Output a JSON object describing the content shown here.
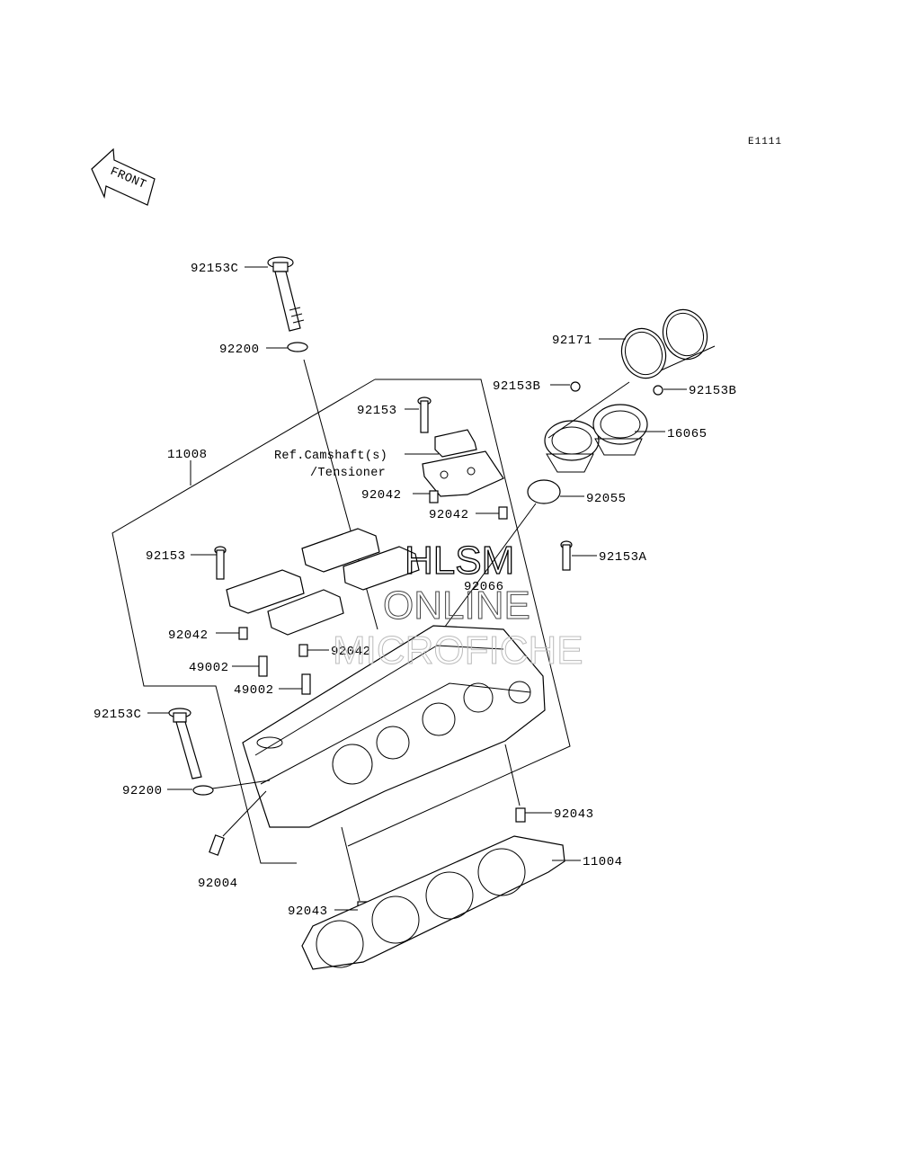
{
  "diagram": {
    "code": "E1111",
    "front_arrow": "FRONT",
    "reference_note": [
      "Ref.Camshaft(s)",
      "/Tensioner"
    ],
    "watermark": [
      "HLSM",
      "ONLINE",
      "MICROFICHE"
    ]
  },
  "part_labels": [
    {
      "id": "p-92153c-top",
      "text": "92153C"
    },
    {
      "id": "p-92200-top",
      "text": "92200"
    },
    {
      "id": "p-92171",
      "text": "92171"
    },
    {
      "id": "p-92153b-left",
      "text": "92153B"
    },
    {
      "id": "p-92153b-right",
      "text": "92153B"
    },
    {
      "id": "p-92153-top",
      "text": "92153"
    },
    {
      "id": "p-16065",
      "text": "16065"
    },
    {
      "id": "p-11008",
      "text": "11008"
    },
    {
      "id": "p-92042-a",
      "text": "92042"
    },
    {
      "id": "p-92055",
      "text": "92055"
    },
    {
      "id": "p-92042-b",
      "text": "92042"
    },
    {
      "id": "p-92153-left",
      "text": "92153"
    },
    {
      "id": "p-92153a",
      "text": "92153A"
    },
    {
      "id": "p-92066",
      "text": "92066"
    },
    {
      "id": "p-92042-c",
      "text": "92042"
    },
    {
      "id": "p-92042-d",
      "text": "92042"
    },
    {
      "id": "p-49002-a",
      "text": "49002"
    },
    {
      "id": "p-49002-b",
      "text": "49002"
    },
    {
      "id": "p-92153c-bottom",
      "text": "92153C"
    },
    {
      "id": "p-92200-bottom",
      "text": "92200"
    },
    {
      "id": "p-92043-right",
      "text": "92043"
    },
    {
      "id": "p-11004",
      "text": "11004"
    },
    {
      "id": "p-92004",
      "text": "92004"
    },
    {
      "id": "p-92043-bottom",
      "text": "92043"
    }
  ]
}
